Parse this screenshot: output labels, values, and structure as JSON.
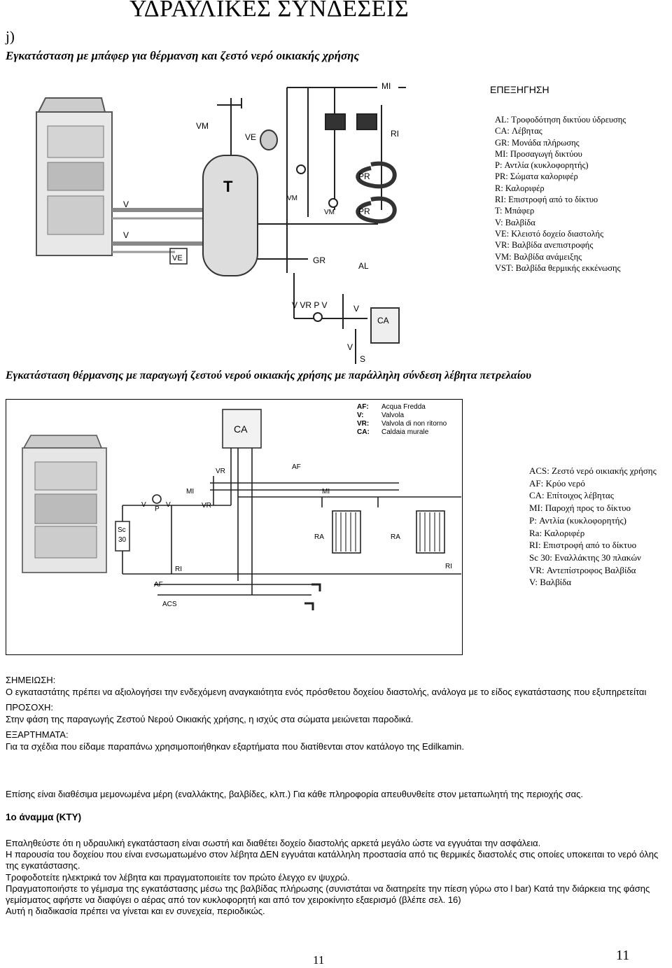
{
  "page": {
    "title": "ΥΔΡΑΥΛΙΚΕΣ ΣΥΝΔΕΣΕΙΣ",
    "section_mark": "j)",
    "subtitle": "Εγκατάσταση με μπάφερ για θέρμανση και ζεστό νερό οικιακής χρήσης",
    "page_number_center": "11",
    "page_number_right": "11"
  },
  "diagram1": {
    "legend_heading": "ΕΠΕΞΗΓΗΣΗ",
    "legend": [
      "AL:    Τροφοδότηση δικτύου ύδρευσης",
      "CA:    Λέβητας",
      "GR:    Μονάδα πλήρωσης",
      "MI:     Προσαγωγή δικτύου",
      "P:      Αντλία (κυκλοφορητής)",
      "PR:    Σώματα καλοριφέρ",
      "R:      Καλοριφέρ",
      "RI:     Επιστροφή από το δίκτυο",
      "T:       Μπάφερ",
      "V:       Βαλβίδα",
      "VE:    Κλειστό δοχείο διαστολής",
      "VR:    Βαλβίδα ανεπιστροφής",
      "VM:   Βαλβίδα ανάμειξης",
      "VST:  Βαλβίδα θερμικής εκκένωσης"
    ],
    "labels": {
      "mi": "MI",
      "vm": "VM",
      "ve": "VE",
      "t": "T",
      "ri": "RI",
      "pr": "PR",
      "v": "V",
      "gr": "GR",
      "al": "AL",
      "vvrpv": "V VR P V",
      "ca": "CA",
      "s": "S"
    }
  },
  "diagram2": {
    "caption": "Εγκατάσταση θέρμανσης με παραγωγή ζεστού νερού οικιακής χρήσης με παράλληλη σύνδεση λέβητα πετρελαίου",
    "inner_legend": [
      [
        "AF:",
        "Acqua Fredda"
      ],
      [
        "V:",
        "Valvola"
      ],
      [
        "VR:",
        "Valvola di non ritorno"
      ],
      [
        "CA:",
        "Caldaia murale"
      ]
    ],
    "labels": {
      "ca": "CA",
      "vr": "VR",
      "af": "AF",
      "mi": "MI",
      "v": "V",
      "p": "P",
      "sc": "Sc",
      "sc30": "30",
      "ri": "RI",
      "ra": "RA",
      "acs": "ACS"
    },
    "legend": [
      "ACS: Ζεστό νερό οικιακής χρήσης",
      "AF:   Κρύο νερό",
      "CA:   Επίτοιχος λέβητας",
      "MI:    Παροχή προς το δίκτυο",
      "P:      Αντλία (κυκλοφορητής)",
      "Ra:    Καλοριφέρ",
      "RI:      Επιστροφή από το δίκτυο",
      "Sc 30: Εναλλάκτης 30 πλακών",
      "VR:    Αντεπίστροφος Βαλβίδα",
      "V:      Βαλβίδα"
    ]
  },
  "notes": {
    "note_heading": "ΣΗΜΕΙΩΣΗ:",
    "note_text": "Ο εγκαταστάτης πρέπει να αξιολογήσει την ενδεχόμενη αναγκαιότητα ενός πρόσθετου δοχείου διαστολής, ανάλογα με το είδος εγκατάστασης που εξυπηρετείται",
    "caution_heading": "ΠΡΟΣΟΧΗ:",
    "caution_text": "Στην φάση της παραγωγής Ζεστού Νερού Οικιακής χρήσης, η ισχύς στα σώματα μειώνεται παροδικά.",
    "accessories_heading": "ΕΞΑΡΤΗΜΑΤΑ:",
    "accessories_text": "Για τα σχέδια που είδαμε παραπάνω χρησιμοποιήθηκαν εξαρτήματα που διατίθενται στον κατάλογο της Edilkamin.",
    "availability_text": "Επίσης είναι διαθέσιμα μεμονωμένα μέρη (εναλλάκτης, βαλβίδες, κλπ.) Για κάθε πληροφορία απευθυνθείτε στον μεταπωλητή της περιοχής σας.",
    "ignition_heading": "1ο άναμμα (ΚΤΥ)",
    "ignition_paragraphs": [
      "Επαληθεύστε ότι η υδραυλική εγκατάσταση είναι σωστή και διαθέτει δοχείο διαστολής αρκετά μεγάλο  ώστε να εγγυάται την ασφάλεια.",
      "Η παρουσία του δοχείου που είναι ενσωματωμένο στον λέβητα ΔΕΝ εγγυάται κατάλληλη προστασία από τις θερμικές διαστολές στις οποίες υποκειται το νερό όλης της εγκατάστασης.",
      "Τροφοδοτείτε ηλεκτρικά τον λέβητα και πραγματοποιείτε τον πρώτο έλεγχο εν ψυχρώ.",
      "Πραγματοποιήστε το γέμισμα της εγκατάστασης μέσω της βαλβίδας πλήρωσης (συνιστάται να διατηρείτε την πίεση γύρω στο l bar) Κατά την διάρκεια της φάσης γεμίσματος αφήστε να διαφύγει ο αέρας από τον κυκλοφορητή και από τον χειροκίνητο εξαερισμό (βλέπε σελ. 16)",
      "Αυτή η διαδικασία πρέπει να γίνεται και εν συνεχεία, περιοδικώς."
    ]
  }
}
